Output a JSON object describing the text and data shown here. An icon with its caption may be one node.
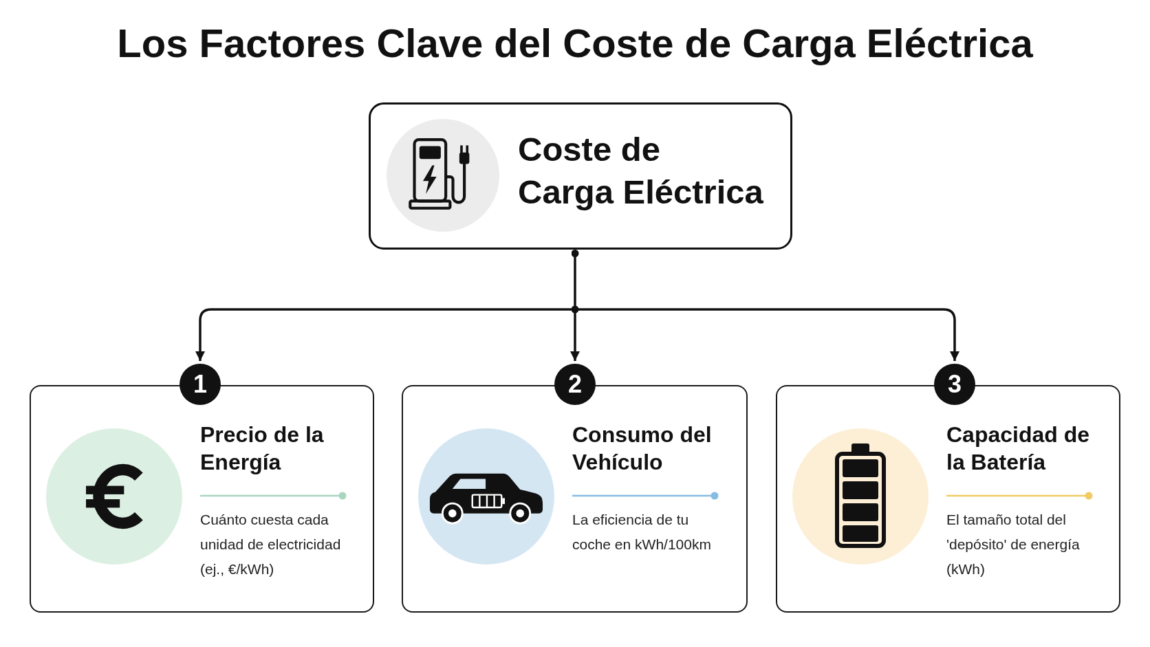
{
  "diagram": {
    "title": "Los Factores Clave del Coste de Carga Eléctrica",
    "nodes": [
      {
        "text": [
          "Coste de Carga Eléctrica"
        ]
      },
      {
        "text": [
          "1"
        ]
      },
      {
        "text": [
          "Precio de la Energía",
          "Cuánto cuesta cada unidad de electricidad (ej., €/kWh)"
        ]
      },
      {
        "text": [
          "2"
        ]
      },
      {
        "text": [
          "Consumo del Vehículo",
          "La eficiencia de tu coche en kWh/100km"
        ]
      },
      {
        "text": [
          "3"
        ]
      },
      {
        "text": [
          "Capacidad de la Batería",
          "El tamaño total del 'depósito' de energía (kWh)"
        ]
      }
    ],
    "edges": [
      {
        "from": 0,
        "to": 1,
        "arrow": "to"
      },
      {
        "from": 0,
        "to": 3,
        "arrow": "to"
      },
      {
        "from": 0,
        "to": 5,
        "arrow": "to"
      }
    ]
  }
}
